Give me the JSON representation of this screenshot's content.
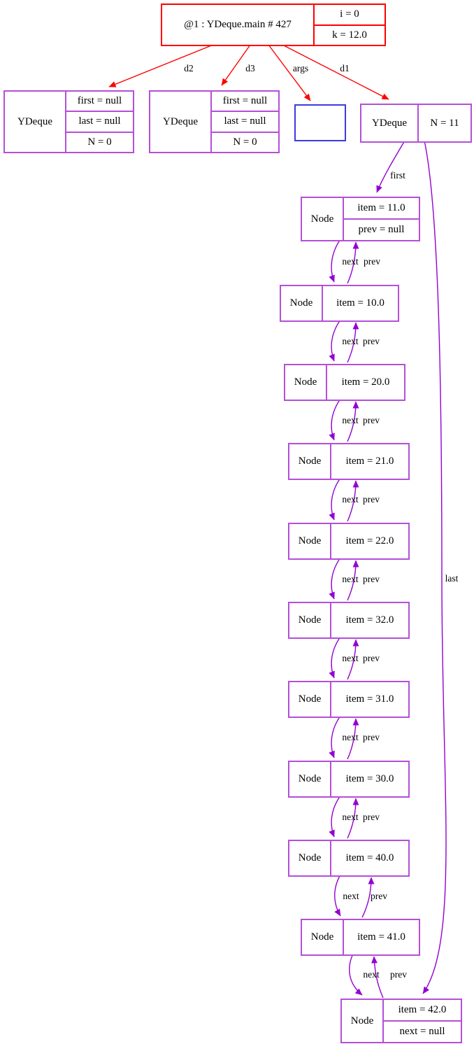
{
  "colors": {
    "stack_frame": "#ff0000",
    "object_border": "#b44fd8",
    "reference_edge": "#9400d3",
    "args_border": "#3b3be0",
    "background": "#ffffff",
    "text": "#000000"
  },
  "frame": {
    "label": "@1 : YDeque.main # 427",
    "fields": [
      "i = 0",
      "k = 12.0"
    ]
  },
  "frame_refs": [
    "d2",
    "d3",
    "args",
    "d1"
  ],
  "objects": {
    "d2_deque": {
      "type": "YDeque",
      "fields": [
        "first = null",
        "last = null",
        "N = 0"
      ]
    },
    "d3_deque": {
      "type": "YDeque",
      "fields": [
        "first = null",
        "last = null",
        "N = 0"
      ]
    },
    "d1_deque": {
      "type": "YDeque",
      "fields": [
        "N = 11"
      ]
    }
  },
  "list": {
    "edge_first": "first",
    "edge_last": "last",
    "edge_next": "next",
    "edge_prev": "prev",
    "nodes": [
      {
        "type": "Node",
        "fields": [
          "item = 11.0",
          "prev = null"
        ]
      },
      {
        "type": "Node",
        "fields": [
          "item = 10.0"
        ]
      },
      {
        "type": "Node",
        "fields": [
          "item = 20.0"
        ]
      },
      {
        "type": "Node",
        "fields": [
          "item = 21.0"
        ]
      },
      {
        "type": "Node",
        "fields": [
          "item = 22.0"
        ]
      },
      {
        "type": "Node",
        "fields": [
          "item = 32.0"
        ]
      },
      {
        "type": "Node",
        "fields": [
          "item = 31.0"
        ]
      },
      {
        "type": "Node",
        "fields": [
          "item = 30.0"
        ]
      },
      {
        "type": "Node",
        "fields": [
          "item = 40.0"
        ]
      },
      {
        "type": "Node",
        "fields": [
          "item = 41.0"
        ]
      },
      {
        "type": "Node",
        "fields": [
          "item = 42.0",
          "next = null"
        ]
      }
    ]
  }
}
